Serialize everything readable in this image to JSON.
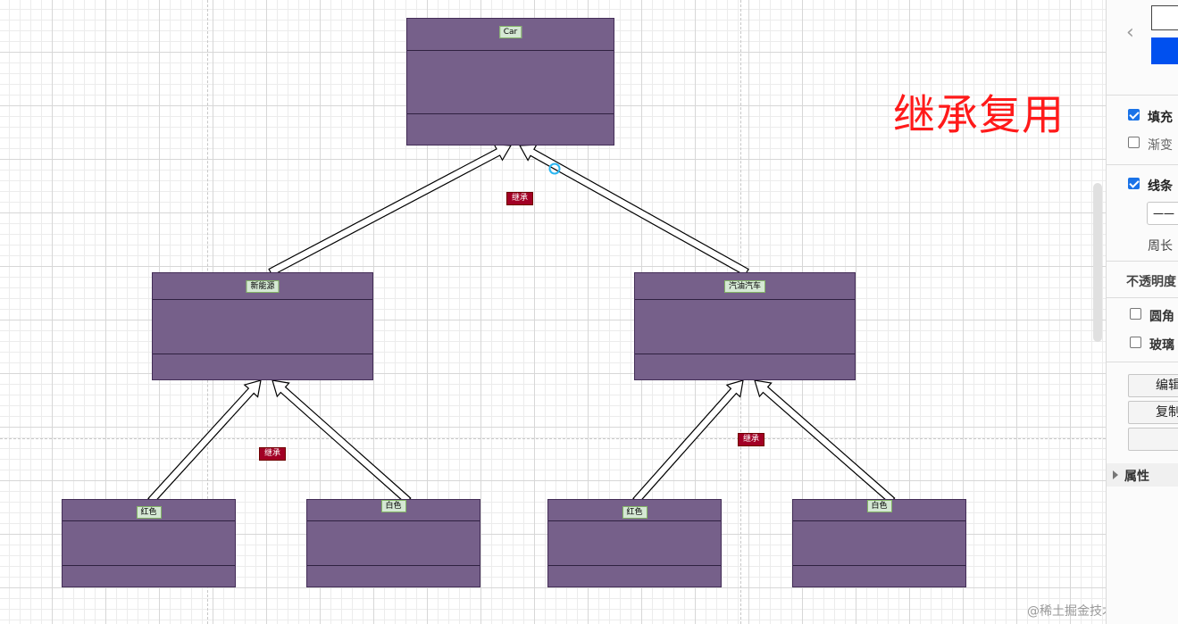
{
  "diagram": {
    "classes": {
      "car": "Car",
      "new_energy": "新能源",
      "gas_car": "汽油汽车",
      "red_1": "红色",
      "white_1": "白色",
      "red_2": "红色",
      "white_2": "白色"
    },
    "edge_labels": {
      "top": "继承",
      "left": "继承",
      "right": "继承"
    },
    "annotation": "继承复用",
    "colors": {
      "class_fill": "#76608a",
      "class_border": "#432d57",
      "name_tag_fill": "#d5e8d4",
      "edge_label_fill": "#a20025",
      "annotation": "#ff1a1a"
    }
  },
  "panel": {
    "fill_label": "填充",
    "gradient_label": "渐变",
    "line_label": "线条",
    "perimeter_label": "周长",
    "opacity_label": "不透明度",
    "rounded_label": "圆角",
    "glass_label": "玻璃",
    "edit_button": "编辑",
    "copy_button": "复制",
    "properties_label": "属性",
    "line_style": "——",
    "fill_checked": true,
    "gradient_checked": false,
    "line_checked": true,
    "rounded_checked": false,
    "glass_checked": false
  },
  "watermark": "@稀土掘金技术社区"
}
